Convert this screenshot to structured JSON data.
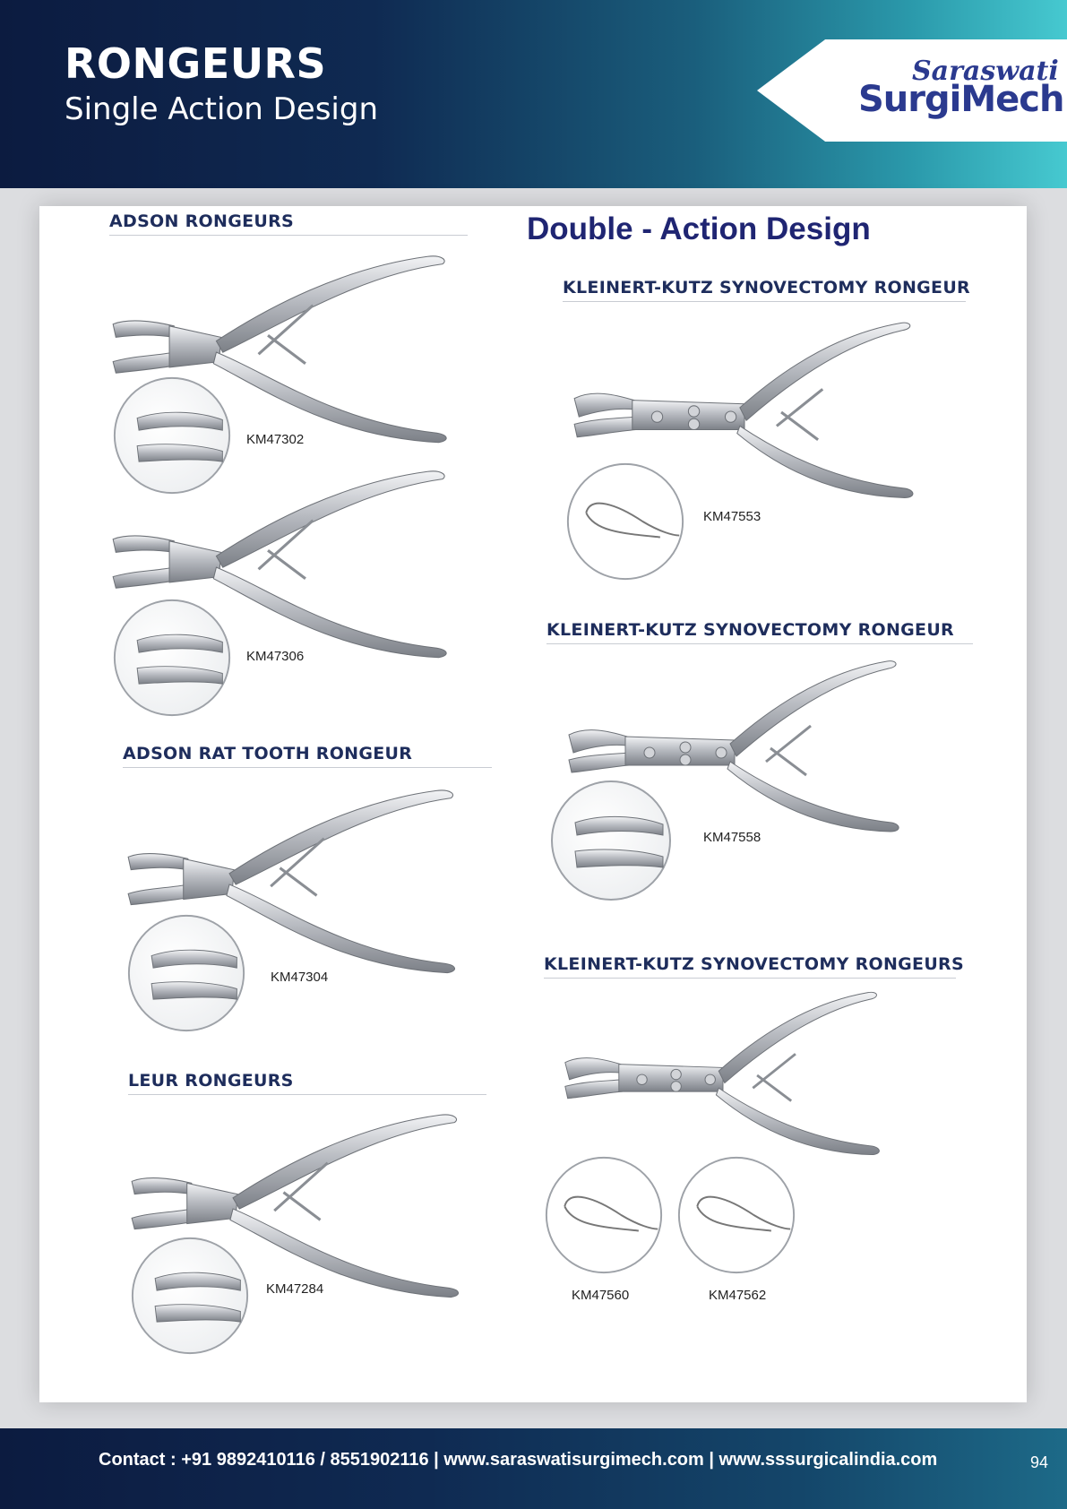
{
  "header": {
    "title": "RONGEURS",
    "subtitle": "Single Action Design",
    "logo_top": "Saraswati",
    "logo_bottom": "SurgiMech"
  },
  "double_heading": "Double - Action Design",
  "left_sections": [
    {
      "title": "ADSON RONGEURS",
      "codes": [
        "KM47302",
        "KM47306"
      ]
    },
    {
      "title": "ADSON RAT TOOTH RONGEUR",
      "codes": [
        "KM47304"
      ]
    },
    {
      "title": "LEUR RONGEURS",
      "codes": [
        "KM47284"
      ]
    }
  ],
  "right_sections": [
    {
      "title": "KLEINERT-KUTZ SYNOVECTOMY RONGEUR",
      "codes": [
        "KM47553"
      ]
    },
    {
      "title": "KLEINERT-KUTZ SYNOVECTOMY RONGEUR",
      "codes": [
        "KM47558"
      ]
    },
    {
      "title": "KLEINERT-KUTZ SYNOVECTOMY RONGEURS",
      "codes": [
        "KM47560",
        "KM47562"
      ]
    }
  ],
  "footer": {
    "contact": "Contact : +91 9892410116 / 8551902116 | www.saraswatisurgimech.com | www.sssurgicalindia.com",
    "page_number": "94"
  }
}
